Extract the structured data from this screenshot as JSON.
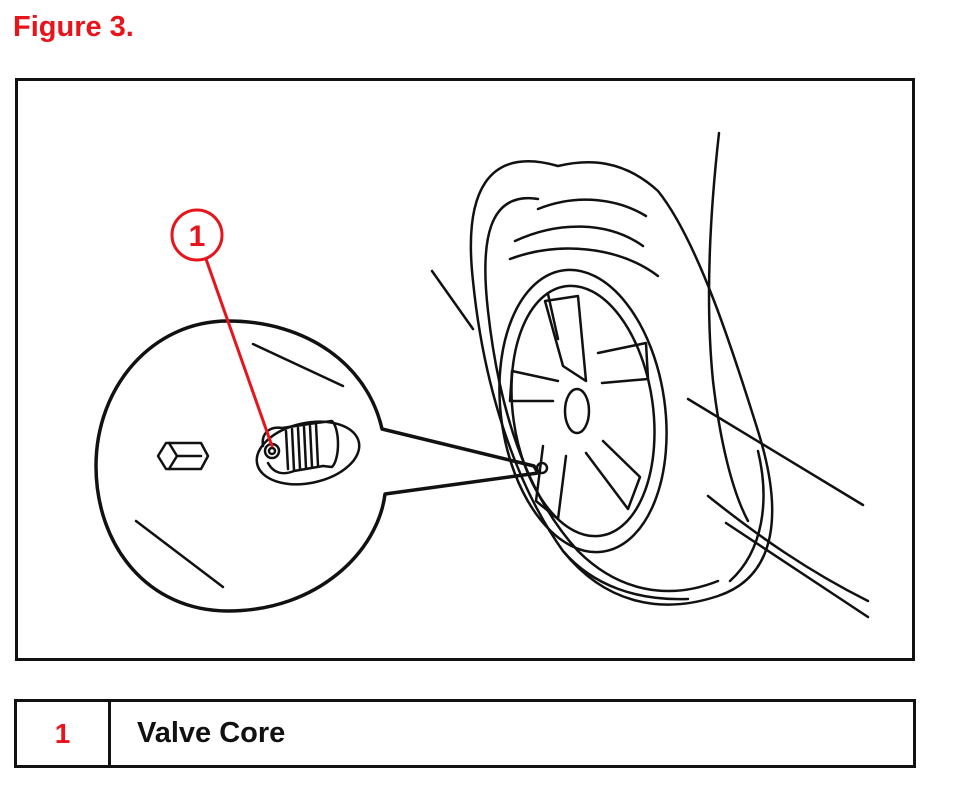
{
  "figure": {
    "title": "Figure 3.",
    "callout_number": "1"
  },
  "legend": {
    "rows": [
      {
        "number": "1",
        "label": "Valve Core"
      }
    ]
  },
  "colors": {
    "callout_red": "#e8141b",
    "line_black": "#111111"
  }
}
